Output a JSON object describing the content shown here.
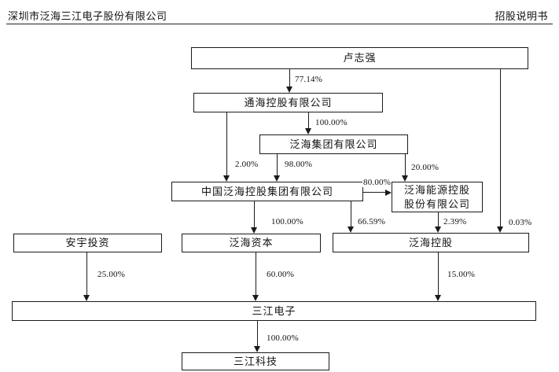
{
  "header": {
    "left_title": "深圳市泛海三江电子股份有限公司",
    "right_title": "招股说明书"
  },
  "chart": {
    "type": "org-ownership-diagram",
    "nodes": {
      "lu_zhiqiang": {
        "label": "卢志强"
      },
      "tonghai_holdings": {
        "label": "通海控股有限公司"
      },
      "fanhai_group": {
        "label": "泛海集团有限公司"
      },
      "china_fanhai_group": {
        "label": "中国泛海控股集团有限公司"
      },
      "fanhai_energy": {
        "label": "泛海能源控股股份有限公司"
      },
      "anyu_investment": {
        "label": "安宇投资"
      },
      "fanhai_capital": {
        "label": "泛海资本"
      },
      "fanhai_holdings": {
        "label": "泛海控股"
      },
      "sanjiang_electronics": {
        "label": "三江电子"
      },
      "sanjiang_technology": {
        "label": "三江科技"
      }
    },
    "edges": {
      "lu_to_tonghai": {
        "label": "77.14%"
      },
      "lu_to_fanhai_holdings": {
        "label": "0.03%"
      },
      "tonghai_to_fanhai_group": {
        "label": "100.00%"
      },
      "tonghai_to_china_fanhai": {
        "label": "2.00%"
      },
      "fanhai_group_to_china_fanhai": {
        "label": "98.00%"
      },
      "fanhai_group_to_energy": {
        "label": "20.00%"
      },
      "china_fanhai_to_energy": {
        "label": "80.00%"
      },
      "china_fanhai_to_capital": {
        "label": "100.00%"
      },
      "china_fanhai_to_holdings": {
        "label": "66.59%"
      },
      "energy_to_holdings": {
        "label": "2.39%"
      },
      "anyu_to_electronics": {
        "label": "25.00%"
      },
      "capital_to_electronics": {
        "label": "60.00%"
      },
      "holdings_to_electronics": {
        "label": "15.00%"
      },
      "electronics_to_technology": {
        "label": "100.00%"
      }
    }
  }
}
